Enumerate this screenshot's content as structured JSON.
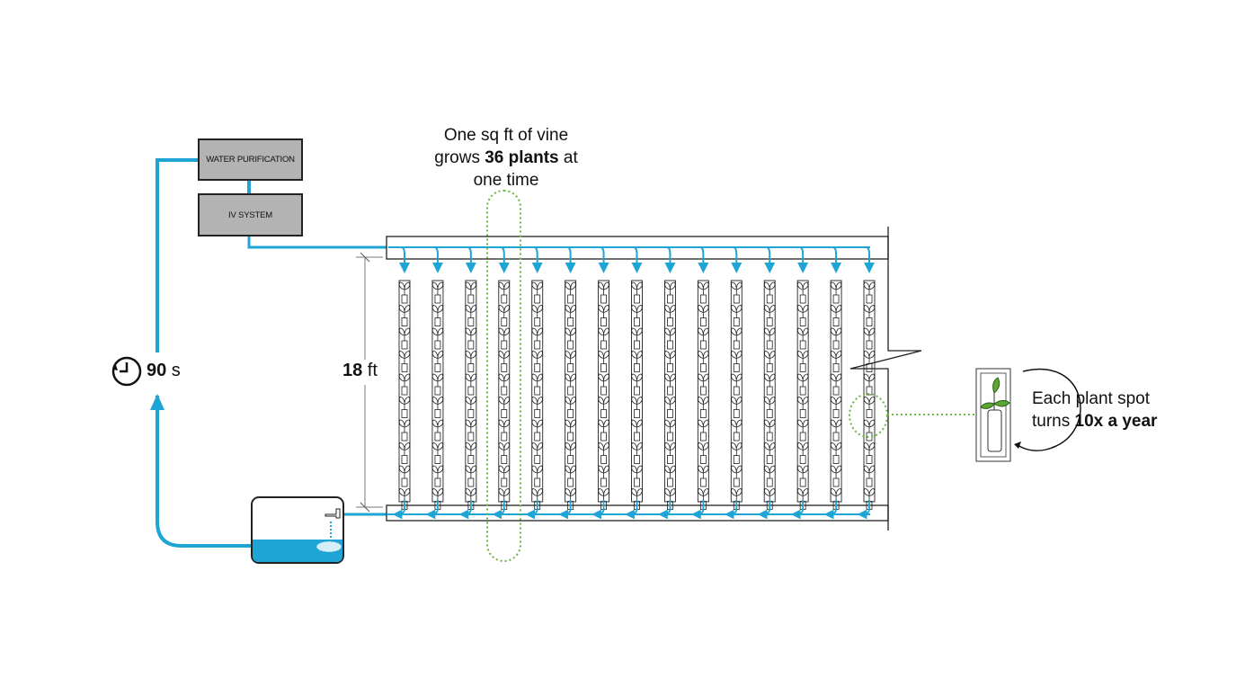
{
  "boxes": {
    "purification": "WATER PURIFICATION",
    "iv_system": "IV SYSTEM"
  },
  "vine_label": {
    "line1": "One sq ft of vine",
    "line2_prefix": "grows ",
    "line2_bold": "36 plants",
    "line2_suffix": " at",
    "line3": "one time"
  },
  "timer": {
    "value": "90",
    "unit": " s"
  },
  "height": {
    "value": "18",
    "unit": " ft"
  },
  "spot_label": {
    "line1": "Each plant spot",
    "line2_prefix": "turns ",
    "line2_bold": "10x a year"
  },
  "colors": {
    "water": "#1ea5d6",
    "highlight": "#6cb33f",
    "leaf": "#5aa832",
    "frame": "#222222",
    "box_fill": "#b3b3b3"
  },
  "diagram": {
    "columns": 15,
    "plants_per_column": 10
  }
}
